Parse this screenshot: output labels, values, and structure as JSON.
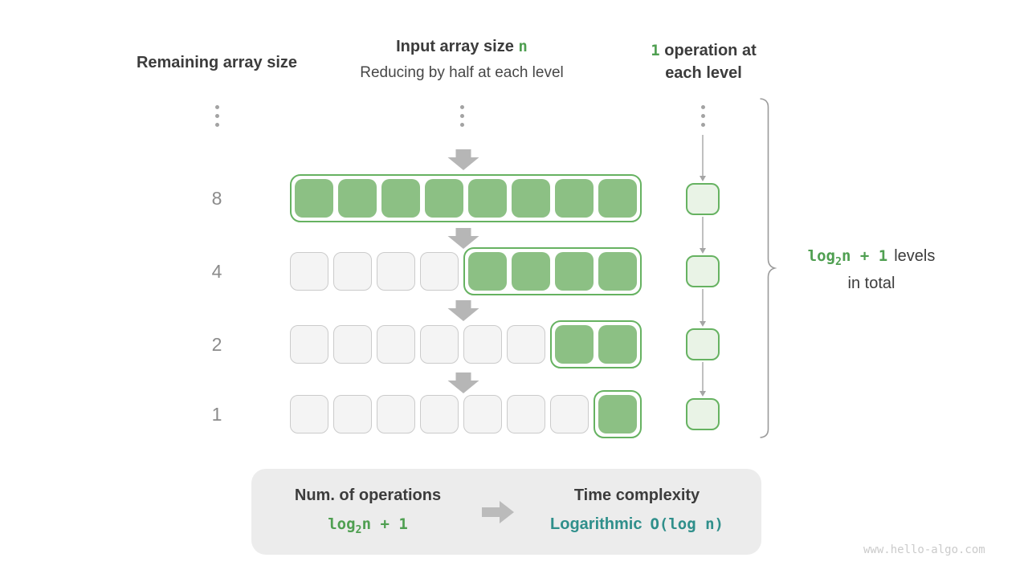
{
  "colors": {
    "accent-green": "#4f9f51",
    "cell-green": "#8cc084",
    "border-green": "#66b261",
    "op-box-bg": "#e9f3e6",
    "cell-gray-bg": "#f4f4f4",
    "cell-gray-border": "#cbcbcb",
    "arrow-gray": "#b6b6b6",
    "line-gray": "#a5a5a5",
    "dot-gray": "#a3a3a3",
    "num-gray": "#8b8b8b",
    "text-dark": "#3c3c3c",
    "teal": "#2f8f8b",
    "panel-bg": "#ececec",
    "watermark": "#cbcbcb",
    "brace-gray": "#9b9b9b"
  },
  "headers": {
    "left": "Remaining array size",
    "center_line1_prefix": "Input array size ",
    "center_accent": "n",
    "center_line2": "Reducing by half at each level",
    "right_accent": "1",
    "right_line1": " operation at",
    "right_line2": "each level"
  },
  "diagram": {
    "total_cells_per_row": 8,
    "rows": [
      {
        "label": "8",
        "gray_cells": 0,
        "green_cells": 8
      },
      {
        "label": "4",
        "gray_cells": 4,
        "green_cells": 4
      },
      {
        "label": "2",
        "gray_cells": 6,
        "green_cells": 2
      },
      {
        "label": "1",
        "gray_cells": 7,
        "green_cells": 1
      }
    ],
    "operations_per_level": 1
  },
  "brace": {
    "formula": {
      "prefix": "log",
      "sub": "2",
      "suffix": "n + 1"
    },
    "levels_text": "levels",
    "line2": "in total"
  },
  "summary": {
    "left_title": "Num. of operations",
    "formula": {
      "prefix": "log",
      "sub": "2",
      "suffix": "n + 1"
    },
    "right_title": "Time complexity",
    "complexity_name": "Logarithmic",
    "complexity_bigo": "O(log n)"
  },
  "watermark": {
    "text": "www.hello-algo.com"
  }
}
